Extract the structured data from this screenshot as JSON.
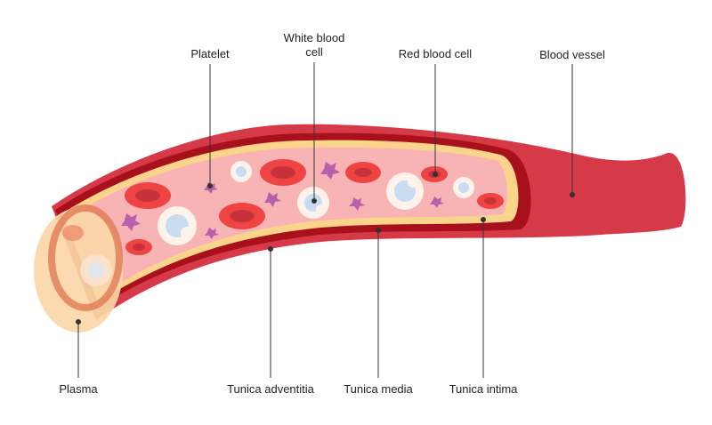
{
  "labels": {
    "platelet": "Platelet",
    "white_blood_cell": "White blood cell",
    "red_blood_cell": "Red blood cell",
    "blood_vessel": "Blood vessel",
    "plasma": "Plasma",
    "tunica_adventitia": "Tunica adventitia",
    "tunica_media": "Tunica media",
    "tunica_intima": "Tunica intima"
  },
  "colors": {
    "vessel_outer": "#d63a48",
    "vessel_dark": "#a8101c",
    "intima_yellow": "#fbd48c",
    "lumen_pink": "#f8b4b4",
    "red_cell": "#ee4444",
    "red_cell_core": "#c8303a",
    "white_cell": "#fdf3ea",
    "white_cell_nucleus": "#c9dcf2",
    "platelet": "#b85fae",
    "plasma": "#fbd7a8",
    "leader_line": "#333333"
  }
}
